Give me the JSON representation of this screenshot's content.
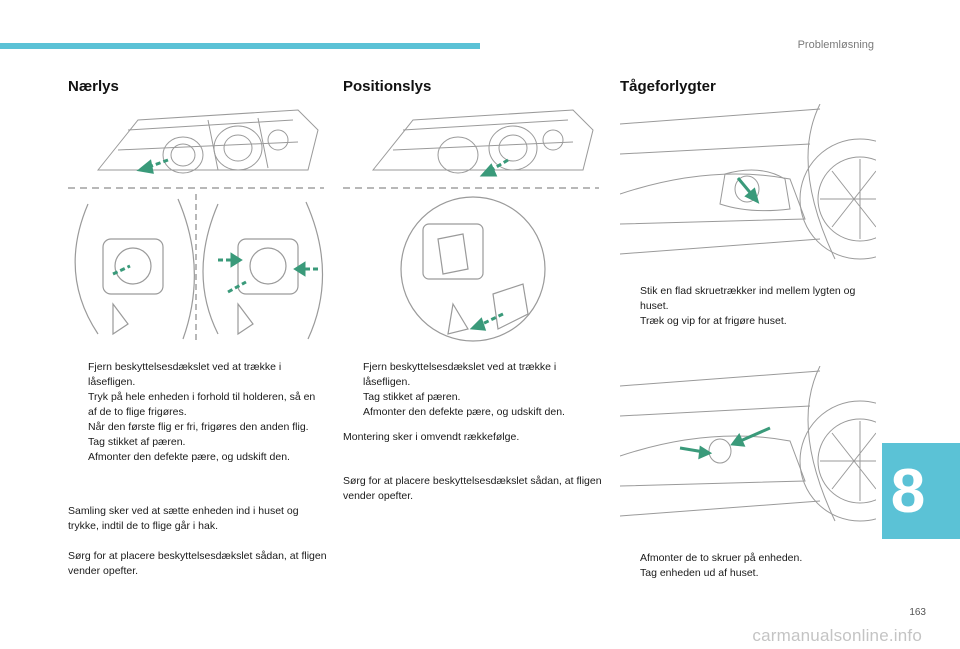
{
  "header": {
    "chapter_title": "Problemløsning"
  },
  "chapter_tab": {
    "number": "8"
  },
  "page_number": "163",
  "watermark": "carmanualsonline.info",
  "sections": {
    "naerlys": {
      "title": "Nærlys",
      "steps": [
        "Fjern beskyttelsesdækslet ved at trække i låsefligen.",
        "Tryk på hele enheden i forhold til holderen, så en af de to flige frigøres.",
        "Når den første flig er fri, frigøres den anden flig.",
        "Tag stikket af pæren.",
        "Afmonter den defekte pære, og udskift den."
      ],
      "note1": "Samling sker ved at sætte enheden ind i huset og trykke, indtil de to flige går i hak.",
      "note2": "Sørg for at placere beskyttelsesdækslet sådan, at fligen vender opefter."
    },
    "positionslys": {
      "title": "Positionslys",
      "steps": [
        "Fjern beskyttelsesdækslet ved at trække i låsefligen.",
        "Tag stikket af pæren.",
        "Afmonter den defekte pære, og udskift den."
      ],
      "note1": "Montering sker i omvendt rækkefølge.",
      "note2": "Sørg for at placere beskyttelsesdækslet sådan, at fligen vender opefter."
    },
    "taageforlygter": {
      "title": "Tågeforlygter",
      "steps_a": [
        "Stik en flad skruetrækker ind mellem lygten og huset.",
        "Træk og vip for at frigøre huset."
      ],
      "steps_b": [
        "Afmonter de to skruer på enheden.",
        "Tag enheden ud af huset."
      ]
    }
  },
  "bullet_glyph": "",
  "colors": {
    "accent": "#5bc2d6",
    "arrow": "#3a9a7a"
  }
}
